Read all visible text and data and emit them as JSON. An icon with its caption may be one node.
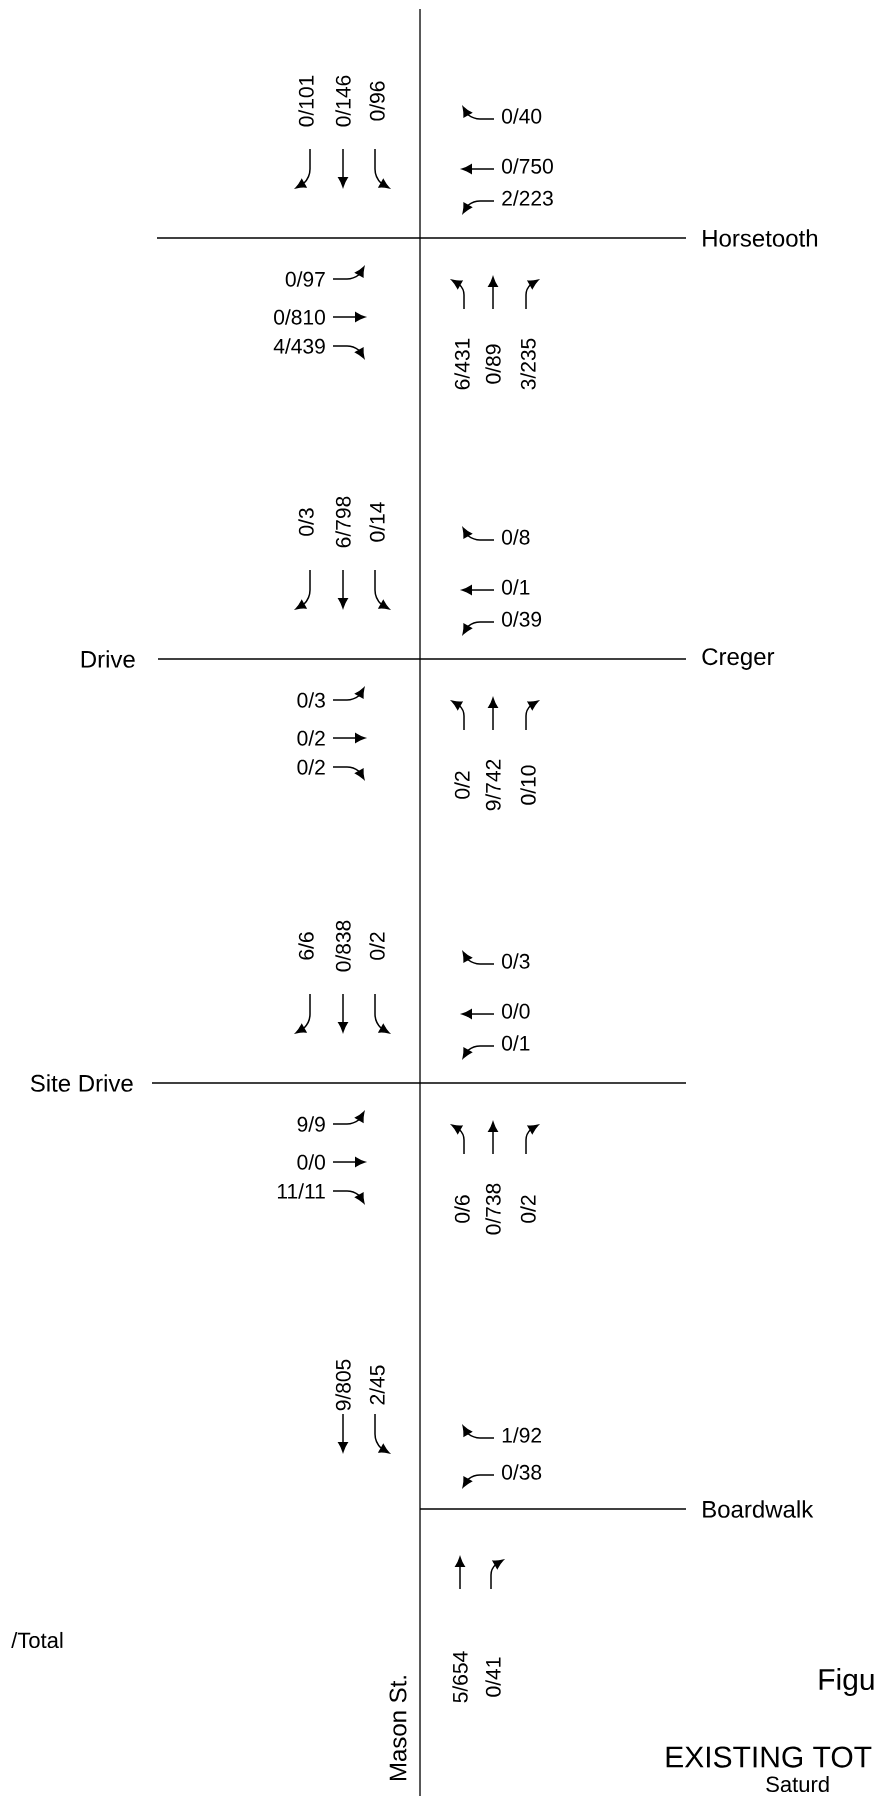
{
  "diagram": {
    "labels": [
      "0/101",
      "0/146",
      "0/96",
      "0/40",
      "0/750",
      "2/223",
      "Horsetooth",
      "0/97",
      "0/810",
      "4/439",
      "6/431",
      "0/89",
      "3/235",
      "0/3",
      "6/798",
      "0/14",
      "0/8",
      "0/1",
      "0/39",
      "Drive",
      "Creger",
      "0/3",
      "0/2",
      "0/2",
      "0/2",
      "9/742",
      "0/10",
      "6/6",
      "0/838",
      "0/2",
      "0/3",
      "0/0",
      "0/1",
      "Site Drive",
      "9/9",
      "0/0",
      "11/11",
      "0/6",
      "0/738",
      "0/2",
      "9/805",
      "2/45",
      "1/92",
      "0/38",
      "Boardwalk",
      "/Total",
      "5/654",
      "0/41",
      "Figu",
      "Mason St.",
      "EXISTING TOT",
      "Saturd"
    ]
  }
}
